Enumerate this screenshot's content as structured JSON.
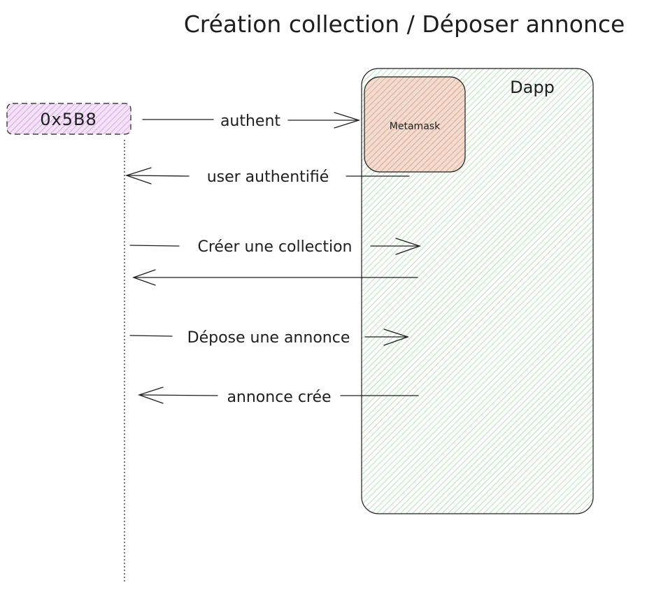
{
  "diagram": {
    "title": "Création collection / Déposer annonce",
    "actor": {
      "label": "0x5B8",
      "fill": "#e7c8ef",
      "stroke": "#1e1e1e"
    },
    "dapp": {
      "label": "Dapp",
      "fill": "#d5f2d5",
      "stroke": "#1e1e1e"
    },
    "metamask": {
      "label": "Metamask",
      "fill": "#e9c3b0",
      "stroke": "#1e1e1e"
    },
    "messages": [
      {
        "label": "authent",
        "direction": "to-dapp"
      },
      {
        "label": "user authentifié",
        "direction": "to-user"
      },
      {
        "label": "Créer une collection",
        "direction": "to-dapp"
      },
      {
        "label": "",
        "direction": "to-user"
      },
      {
        "label": "Dépose une annonce",
        "direction": "to-dapp"
      },
      {
        "label": "annonce crée",
        "direction": "to-user"
      }
    ]
  }
}
